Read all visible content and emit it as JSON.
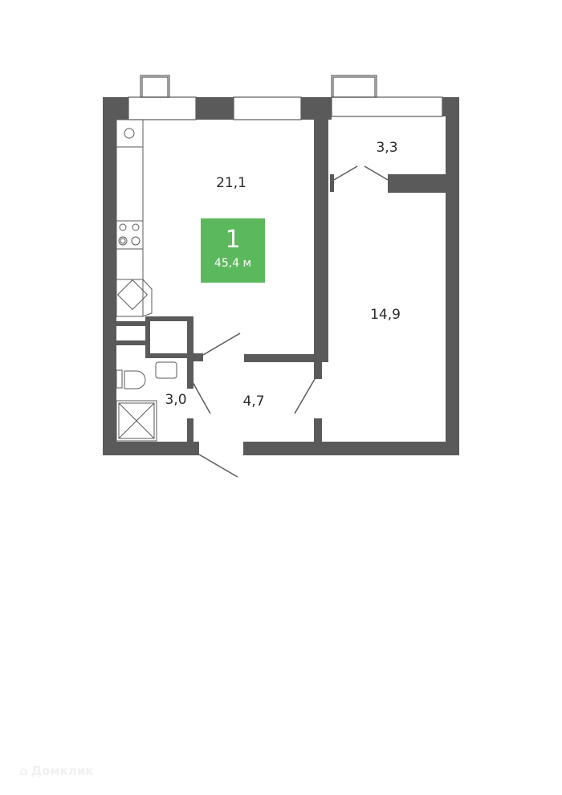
{
  "floorplan": {
    "badge": {
      "rooms": "1",
      "total_area": "45,4 м",
      "color": "#5cb85c"
    },
    "rooms": [
      {
        "id": "kitchen-living",
        "area": "21,1"
      },
      {
        "id": "balcony",
        "area": "3,3"
      },
      {
        "id": "bedroom",
        "area": "14,9"
      },
      {
        "id": "bathroom",
        "area": "3,0"
      },
      {
        "id": "hallway",
        "area": "4,7"
      }
    ],
    "wall_color": "#5a5a5a"
  },
  "watermark": {
    "text": "Домклик"
  }
}
